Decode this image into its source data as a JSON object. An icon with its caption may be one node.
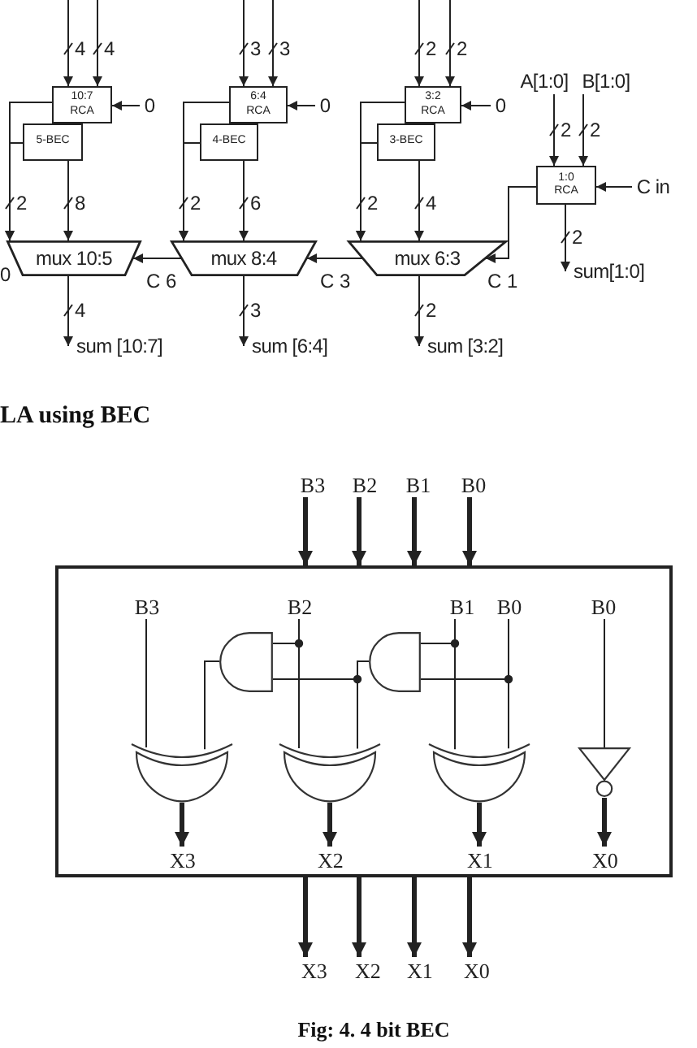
{
  "diagram": {
    "caption": "Fig: 4. 4 bit BEC",
    "nodes": [
      {
        "text": [
          "10:7 RCA"
        ]
      },
      {
        "text": [
          "5-BEC"
        ]
      },
      {
        "text": [
          "mux 10:5"
        ]
      },
      {
        "text": [
          "0"
        ]
      },
      {
        "text": [
          "sum [10:7]"
        ]
      },
      {
        "text": [
          "6:4 RCA"
        ]
      },
      {
        "text": [
          "4-BEC"
        ]
      },
      {
        "text": [
          "mux 8:4"
        ]
      },
      {
        "text": [
          "0"
        ]
      },
      {
        "text": [
          "sum [6:4]"
        ]
      },
      {
        "text": [
          "3:2 RCA"
        ]
      },
      {
        "text": [
          "3-BEC"
        ]
      },
      {
        "text": [
          "mux 6:3"
        ]
      },
      {
        "text": [
          "0"
        ]
      },
      {
        "text": [
          "sum [3:2]"
        ]
      },
      {
        "text": [
          "A[1:0]"
        ]
      },
      {
        "text": [
          "B[1:0]"
        ]
      },
      {
        "text": [
          "1:0 RCA"
        ]
      },
      {
        "text": [
          "C in"
        ]
      },
      {
        "text": [
          "sum[1:0]"
        ]
      },
      {
        "text": [
          "B3"
        ]
      },
      {
        "text": [
          "B2"
        ]
      },
      {
        "text": [
          "B1"
        ]
      },
      {
        "text": [
          "B0"
        ]
      },
      {
        "text": [],
        "shape": "box"
      },
      {
        "text": [
          "B3"
        ],
        "in": 24
      },
      {
        "text": [
          "B2"
        ],
        "in": 24
      },
      {
        "text": [
          "B1"
        ],
        "in": 24
      },
      {
        "text": [
          "B0"
        ],
        "in": 24
      },
      {
        "text": [
          "B0"
        ],
        "in": 24
      },
      {
        "text": [],
        "shape": "and-gate",
        "in": 24
      },
      {
        "text": [],
        "shape": "and-gate",
        "in": 24
      },
      {
        "text": [],
        "shape": "xor-gate",
        "in": 24
      },
      {
        "text": [],
        "shape": "xor-gate",
        "in": 24
      },
      {
        "text": [],
        "shape": "xor-gate",
        "in": 24
      },
      {
        "text": [],
        "shape": "not-gate",
        "in": 24
      },
      {
        "text": [
          "X3"
        ],
        "in": 24
      },
      {
        "text": [
          "X2"
        ],
        "in": 24
      },
      {
        "text": [
          "X1"
        ],
        "in": 24
      },
      {
        "text": [
          "X0"
        ],
        "in": 24
      },
      {
        "text": [
          "X3"
        ]
      },
      {
        "text": [
          "X2"
        ]
      },
      {
        "text": [
          "X1"
        ]
      },
      {
        "text": [
          "X0"
        ]
      }
    ],
    "edges": [
      {
        "from": null,
        "to": 0,
        "arrow": "to",
        "label": "4"
      },
      {
        "from": null,
        "to": 0,
        "arrow": "to",
        "label": "4"
      },
      {
        "from": 3,
        "to": 0,
        "arrow": "to"
      },
      {
        "from": 0,
        "to": 2,
        "arrow": "to",
        "label": "2"
      },
      {
        "from": 1,
        "to": 2,
        "arrow": "to"
      },
      {
        "from": 1,
        "to": 2,
        "arrow": "to",
        "label": "8"
      },
      {
        "from": 7,
        "to": 2,
        "arrow": "to",
        "label": "C 6"
      },
      {
        "from": 2,
        "to": 4,
        "arrow": "to",
        "label": "4"
      },
      {
        "from": null,
        "to": 5,
        "arrow": "to",
        "label": "3"
      },
      {
        "from": null,
        "to": 5,
        "arrow": "to",
        "label": "3"
      },
      {
        "from": 8,
        "to": 5,
        "arrow": "to"
      },
      {
        "from": 5,
        "to": 7,
        "arrow": "to",
        "label": "2"
      },
      {
        "from": 6,
        "to": 7,
        "arrow": "to"
      },
      {
        "from": 6,
        "to": 7,
        "arrow": "to",
        "label": "6"
      },
      {
        "from": 12,
        "to": 7,
        "arrow": "to",
        "label": "C 3"
      },
      {
        "from": 7,
        "to": 9,
        "arrow": "to",
        "label": "3"
      },
      {
        "from": null,
        "to": 10,
        "arrow": "to",
        "label": "2"
      },
      {
        "from": null,
        "to": 10,
        "arrow": "to",
        "label": "2"
      },
      {
        "from": 13,
        "to": 10,
        "arrow": "to"
      },
      {
        "from": 10,
        "to": 12,
        "arrow": "to",
        "label": "2"
      },
      {
        "from": 11,
        "to": 12,
        "arrow": "to"
      },
      {
        "from": 11,
        "to": 12,
        "arrow": "to",
        "label": "4"
      },
      {
        "from": 17,
        "to": 12,
        "arrow": "to",
        "label": "C 1"
      },
      {
        "from": 12,
        "to": 14,
        "arrow": "to",
        "label": "2"
      },
      {
        "from": 15,
        "to": 17,
        "arrow": "to",
        "label": "2"
      },
      {
        "from": 16,
        "to": 17,
        "arrow": "to",
        "label": "2"
      },
      {
        "from": 18,
        "to": 17,
        "arrow": "to"
      },
      {
        "from": 17,
        "to": 19,
        "arrow": "to",
        "label": "2"
      },
      {
        "from": 20,
        "to": 24,
        "arrow": "to",
        "style": "thick"
      },
      {
        "from": 21,
        "to": 24,
        "arrow": "to",
        "style": "thick"
      },
      {
        "from": 22,
        "to": 24,
        "arrow": "to",
        "style": "thick"
      },
      {
        "from": 23,
        "to": 24,
        "arrow": "to",
        "style": "thick"
      },
      {
        "from": 25,
        "to": 32,
        "arrow": "none"
      },
      {
        "from": 30,
        "to": 32,
        "arrow": "none"
      },
      {
        "from": 26,
        "to": 30,
        "arrow": "none"
      },
      {
        "from": 26,
        "to": 33,
        "arrow": "none"
      },
      {
        "from": 31,
        "to": 30,
        "arrow": "none"
      },
      {
        "from": 31,
        "to": 33,
        "arrow": "none"
      },
      {
        "from": 27,
        "to": 31,
        "arrow": "none"
      },
      {
        "from": 27,
        "to": 34,
        "arrow": "none"
      },
      {
        "from": 28,
        "to": 31,
        "arrow": "none"
      },
      {
        "from": 28,
        "to": 34,
        "arrow": "none"
      },
      {
        "from": 29,
        "to": 35,
        "arrow": "none"
      },
      {
        "from": 32,
        "to": 36,
        "arrow": "to",
        "style": "thick"
      },
      {
        "from": 33,
        "to": 37,
        "arrow": "to",
        "style": "thick"
      },
      {
        "from": 34,
        "to": 38,
        "arrow": "to",
        "style": "thick"
      },
      {
        "from": 35,
        "to": 39,
        "arrow": "to",
        "style": "thick"
      },
      {
        "from": 24,
        "to": 40,
        "arrow": "to",
        "style": "thick"
      },
      {
        "from": 24,
        "to": 41,
        "arrow": "to",
        "style": "thick"
      },
      {
        "from": 24,
        "to": 42,
        "arrow": "to",
        "style": "thick"
      },
      {
        "from": 24,
        "to": 43,
        "arrow": "to",
        "style": "thick"
      }
    ],
    "labels": [
      "0",
      "LA using BEC"
    ]
  }
}
